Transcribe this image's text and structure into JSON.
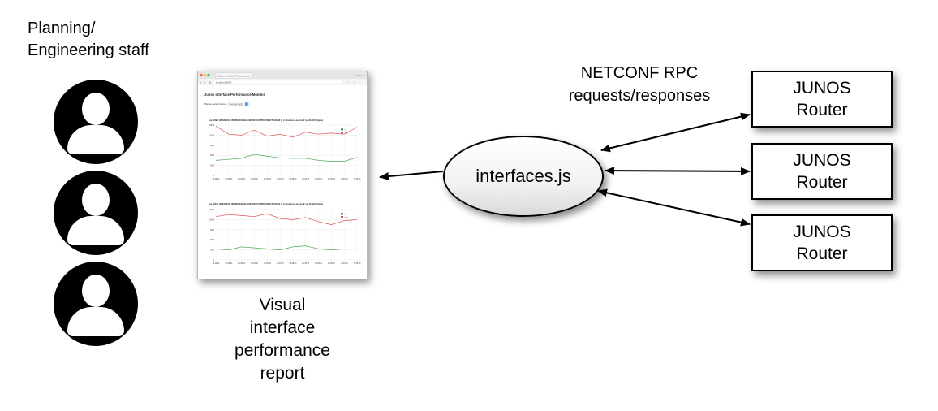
{
  "staff": {
    "label": "Planning/\nEngineering staff",
    "users": [
      {
        "icon": "user-icon"
      },
      {
        "icon": "user-icon"
      },
      {
        "icon": "user-icon"
      }
    ]
  },
  "report_screenshot": {
    "title_bar": "Junos Interface Performance",
    "user_name": "Adam",
    "url": "localhost:8080",
    "heading": "Junos Interface Performance Monitor",
    "device_prompt": "Please select device:",
    "device_value": "MX480-SEE2",
    "legend_in": "in",
    "legend_out": "out",
    "chart1": {
      "title": "xe-0/0/0 (WAN 10G INTR3/10GELAN/30219 INTR3/SDET/41053 [] // ams-koo-score-2 xe-11/0/0] (bps)",
      "y_ticks": [
        "150M",
        "120M",
        "90M",
        "60M",
        "30M",
        "0"
      ],
      "x_ticks": [
        "19:34:02",
        "19:38:03",
        "19:38:14",
        "19:38:20",
        "19:38:38",
        "19:38:48",
        "19:38:09",
        "19:38:10",
        "19:38:21",
        "19:38:33",
        "19:38:44",
        "19:38:56"
      ]
    },
    "chart2": {
      "title": "xe-0/1/0 (WAN 10G INTR3/10GELAN/30220 INTR3/SDET/41054 [] // ams-koo-score-2 xe-11/1/0] (bps)",
      "y_ticks": [
        "150M",
        "120M",
        "90M",
        "60M",
        "30M",
        "0"
      ],
      "x_ticks": [
        "19:34:02",
        "19:38:03",
        "19:38:14",
        "19:38:20",
        "19:38:38",
        "19:38:48",
        "19:38:09",
        "19:38:10",
        "19:38:21",
        "19:38:33",
        "19:38:44",
        "19:38:56"
      ]
    }
  },
  "report_label": "Visual\ninterface\nperformance\nreport",
  "server": {
    "label": "interfaces.js"
  },
  "rpc_label": "NETCONF RPC\nrequests/responses",
  "routers": [
    {
      "label": "JUNOS\nRouter"
    },
    {
      "label": "JUNOS\nRouter"
    },
    {
      "label": "JUNOS\nRouter"
    }
  ]
}
